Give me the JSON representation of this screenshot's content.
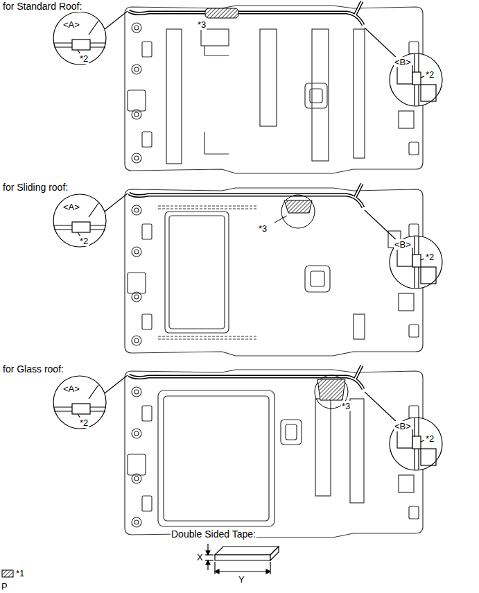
{
  "diagram": {
    "labels": [
      "for Standard Roof:",
      "<A>",
      "*2",
      "*3",
      "<B>",
      "*2",
      "for Sliding roof:",
      "<A>",
      "*2",
      "*3",
      "<B>",
      "*2",
      "for Glass roof:",
      "<A>",
      "*2",
      "*3",
      "<B>",
      "*2",
      "Double Sided Tape:",
      "X",
      "Y",
      "P"
    ],
    "legend": [
      {
        "text": "*1"
      }
    ]
  }
}
